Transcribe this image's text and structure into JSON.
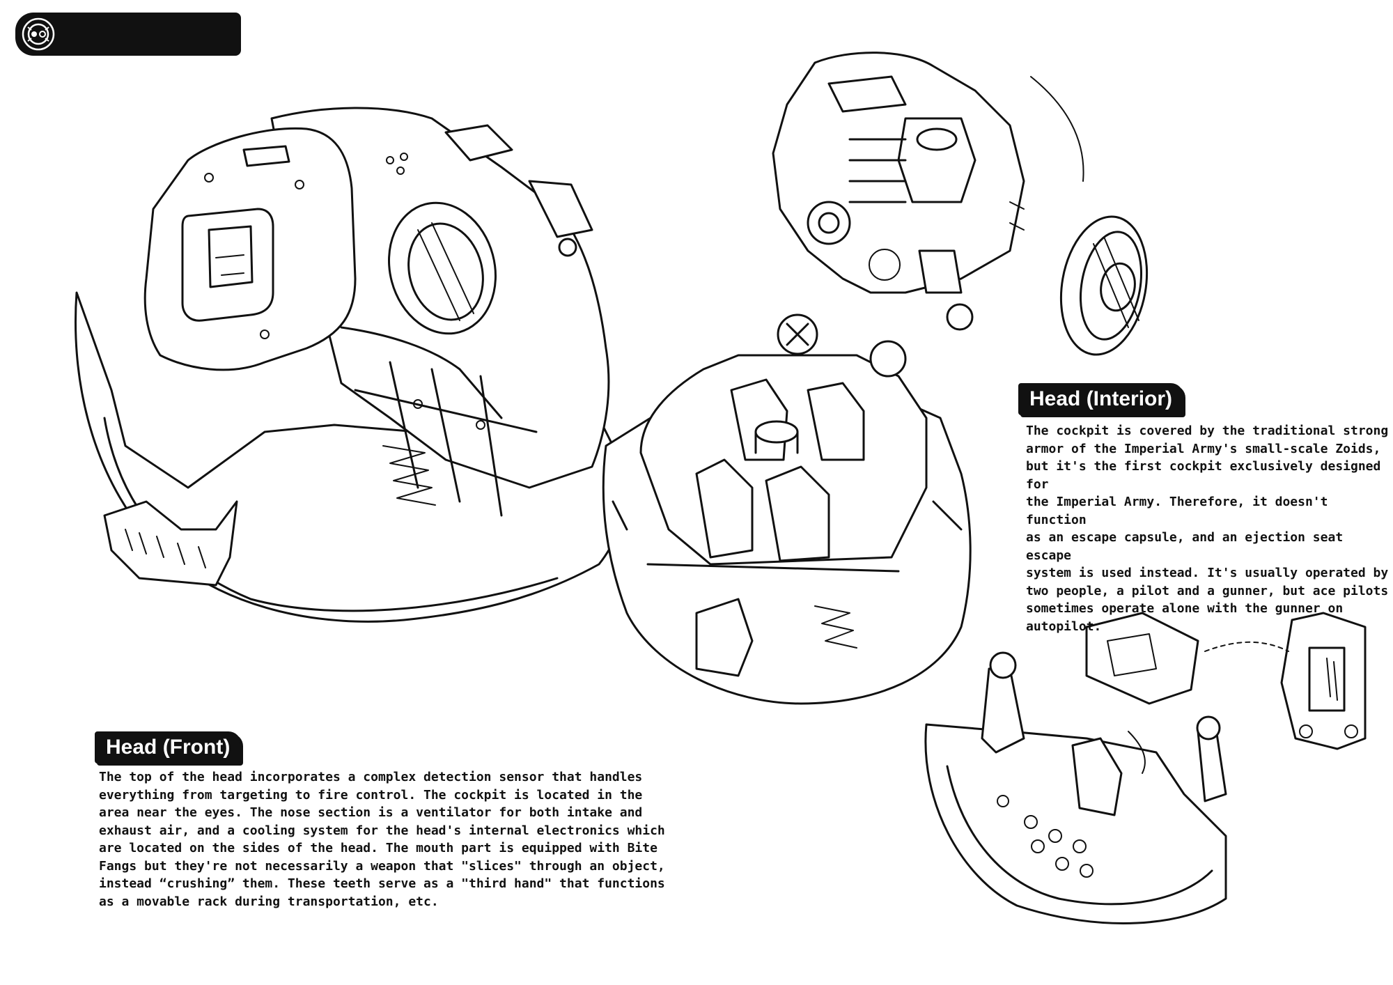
{
  "header": {
    "title_line1": "Fuselage",
    "title_line2": "Explation  - 1",
    "logo_icon": "zoids-emblem-icon"
  },
  "sections": {
    "front": {
      "title": "Head (Front)",
      "body": "The top of the head incorporates a complex detection sensor that handles\neverything from targeting to fire control. The cockpit is located in the\narea near the eyes. The nose section is a ventilator for both intake and\nexhaust air, and a cooling system for the head's internal electronics which\nare located on the sides of the head. The mouth part is equipped with Bite\nFangs but they're not necessarily a weapon that \"slices\" through an object,\ninstead “crushing” them. These teeth serve as a \"third hand\" that functions\nas a movable rack during transportation, etc."
    },
    "interior": {
      "title": "Head (Interior)",
      "body": "The cockpit is covered by the traditional strong\narmor of the Imperial Army's small-scale Zoids,\nbut it's the first cockpit exclusively designed for\nthe Imperial Army. Therefore, it doesn't function\nas an escape capsule, and an ejection seat escape\nsystem is used instead. It's usually operated by\ntwo people, a pilot and a gunner, but ace pilots\nsometimes operate alone with the gunner on\nautopilot."
    }
  },
  "illustrations": [
    {
      "id": "head-front",
      "icon": "mech-head-front-illustration"
    },
    {
      "id": "head-cockpit",
      "icon": "cockpit-cutaway-illustration"
    },
    {
      "id": "head-internal",
      "icon": "internal-mechanism-illustration"
    },
    {
      "id": "wheel",
      "icon": "wheel-part-illustration"
    },
    {
      "id": "seat-assembly",
      "icon": "seat-assembly-illustration"
    },
    {
      "id": "seat-detail",
      "icon": "seat-detail-illustration"
    }
  ]
}
